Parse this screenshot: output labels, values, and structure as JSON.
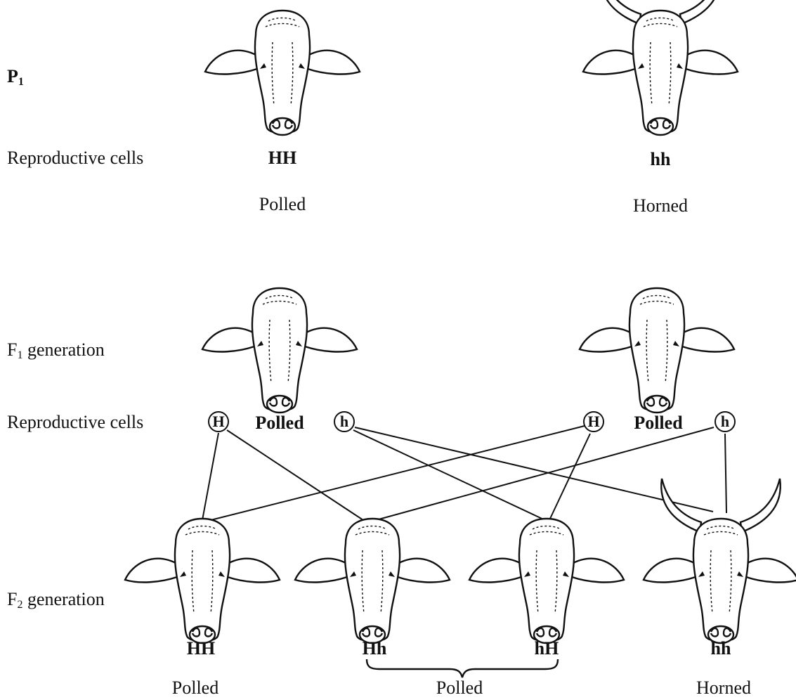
{
  "rows": {
    "p1": {
      "label": "P",
      "sub": "1"
    },
    "reproductive_cells_1": "Reproductive cells",
    "f1": {
      "label": "F",
      "sub": "1",
      "rest": " generation"
    },
    "reproductive_cells_2": "Reproductive cells",
    "f2": {
      "label": "F",
      "sub": "2",
      "rest": " generation"
    }
  },
  "p1_generation": {
    "left": {
      "genotype": "HH",
      "phenotype": "Polled"
    },
    "right": {
      "genotype": "hh",
      "phenotype": "Horned"
    }
  },
  "f1_generation": {
    "left": {
      "phenotype": "Polled",
      "cells": [
        "H",
        "h"
      ]
    },
    "right": {
      "phenotype": "Polled",
      "cells": [
        "H",
        "h"
      ]
    }
  },
  "f2_generation": {
    "cows": [
      {
        "genotype": "HH"
      },
      {
        "genotype": "Hh"
      },
      {
        "genotype": "hH"
      },
      {
        "genotype": "hh"
      }
    ],
    "phenotypes": {
      "first": "Polled",
      "middle": "Polled",
      "last": "Horned"
    }
  },
  "icons": {
    "polled_cow": "cow-head-polled-icon",
    "horned_cow": "cow-head-horned-icon"
  }
}
